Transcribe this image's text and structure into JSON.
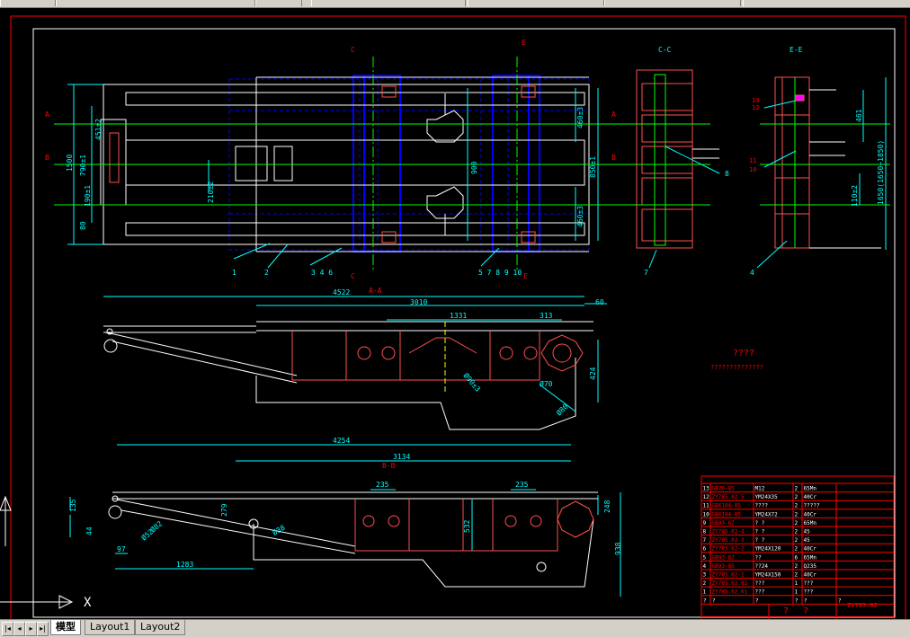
{
  "tabs": [
    {
      "label": "模型",
      "active": true
    },
    {
      "label": "Layout1",
      "active": false
    },
    {
      "label": "Layout2",
      "active": false
    }
  ],
  "ucs": {
    "x_label": "X"
  },
  "colors": {
    "frame": "#ff0000",
    "dim": "#00ffff",
    "part": "#ff5050",
    "hidden": "#0000ff",
    "center": "#00ff00",
    "note": "#ff0000"
  },
  "views": {
    "plan": {
      "section_marks": [
        "A",
        "A",
        "B",
        "B",
        "C",
        "C",
        "E",
        "E"
      ],
      "dims": [
        "1500",
        "790±1",
        "451±2",
        "190±1",
        "80",
        "210±2",
        "900",
        "850±1",
        "460±3",
        "460±3"
      ],
      "callouts": [
        "1",
        "2",
        "3 4 6",
        "5 7 8 9 10"
      ]
    },
    "section_cc": {
      "title": "C-C",
      "callouts": [
        "8",
        "7"
      ]
    },
    "section_ee": {
      "title": "E-E",
      "dims": [
        "461",
        "1650(1650~1850)",
        "110±2"
      ],
      "callouts": [
        "13",
        "12",
        "11",
        "10",
        "4"
      ]
    },
    "section_aa": {
      "title": "A-A",
      "dims": [
        "4522",
        "3010",
        "60",
        "1331",
        "313",
        "424",
        "Ø70",
        "Ø80",
        "Ø90±3"
      ]
    },
    "section_bb": {
      "title": "B-B",
      "dims": [
        "4254",
        "3134",
        "235",
        "235",
        "135",
        "44",
        "279",
        "Ø38",
        "Ø82",
        "Ø52",
        "532",
        "248",
        "938",
        "97",
        "1283"
      ]
    }
  },
  "notes": {
    "title": "????",
    "body": "??????????????"
  },
  "title_block": {
    "rows": [
      {
        "no": "13",
        "code": "GB70-85",
        "name": "M12",
        "qty": "2",
        "mat": "65Mn"
      },
      {
        "no": "12",
        "code": "ZY785.02-5",
        "name": "YM24X35",
        "qty": "2",
        "mat": "40Cr"
      },
      {
        "no": "11",
        "code": "GB6184-85",
        "name": "????",
        "qty": "2",
        "mat": "?????"
      },
      {
        "no": "10",
        "code": "GB6184-85",
        "name": "YM24X72",
        "qty": "2",
        "mat": "40Cr"
      },
      {
        "no": "9",
        "code": "GB93-87",
        "name": "? ?",
        "qty": "2",
        "mat": "65Mn"
      },
      {
        "no": "8",
        "code": "ZY785.02-4",
        "name": "? ?",
        "qty": "2",
        "mat": "45"
      },
      {
        "no": "7",
        "code": "ZY785.02-3",
        "name": "? ?",
        "qty": "2",
        "mat": "45"
      },
      {
        "no": "6",
        "code": "ZY785.02-2",
        "name": "YM24X120",
        "qty": "2",
        "mat": "40Cr"
      },
      {
        "no": "5",
        "code": "GB93-87",
        "name": "??",
        "qty": "6",
        "mat": "65Mn"
      },
      {
        "no": "4",
        "code": "GB93-85",
        "name": "??24",
        "qty": "2",
        "mat": "Q235"
      },
      {
        "no": "3",
        "code": "ZY785.02-1",
        "name": "YM24X150",
        "qty": "2",
        "mat": "40Cr"
      },
      {
        "no": "2",
        "code": "ZY785.02.02",
        "name": "???",
        "qty": "1",
        "mat": "???"
      },
      {
        "no": "1",
        "code": "ZY785.02.01",
        "name": "???",
        "qty": "1",
        "mat": "???"
      }
    ],
    "header": [
      "?",
      "?",
      "?",
      "?",
      "?",
      "?"
    ],
    "sign_marks": [
      "?",
      "?"
    ],
    "drawing_no": "ZY785.02"
  }
}
